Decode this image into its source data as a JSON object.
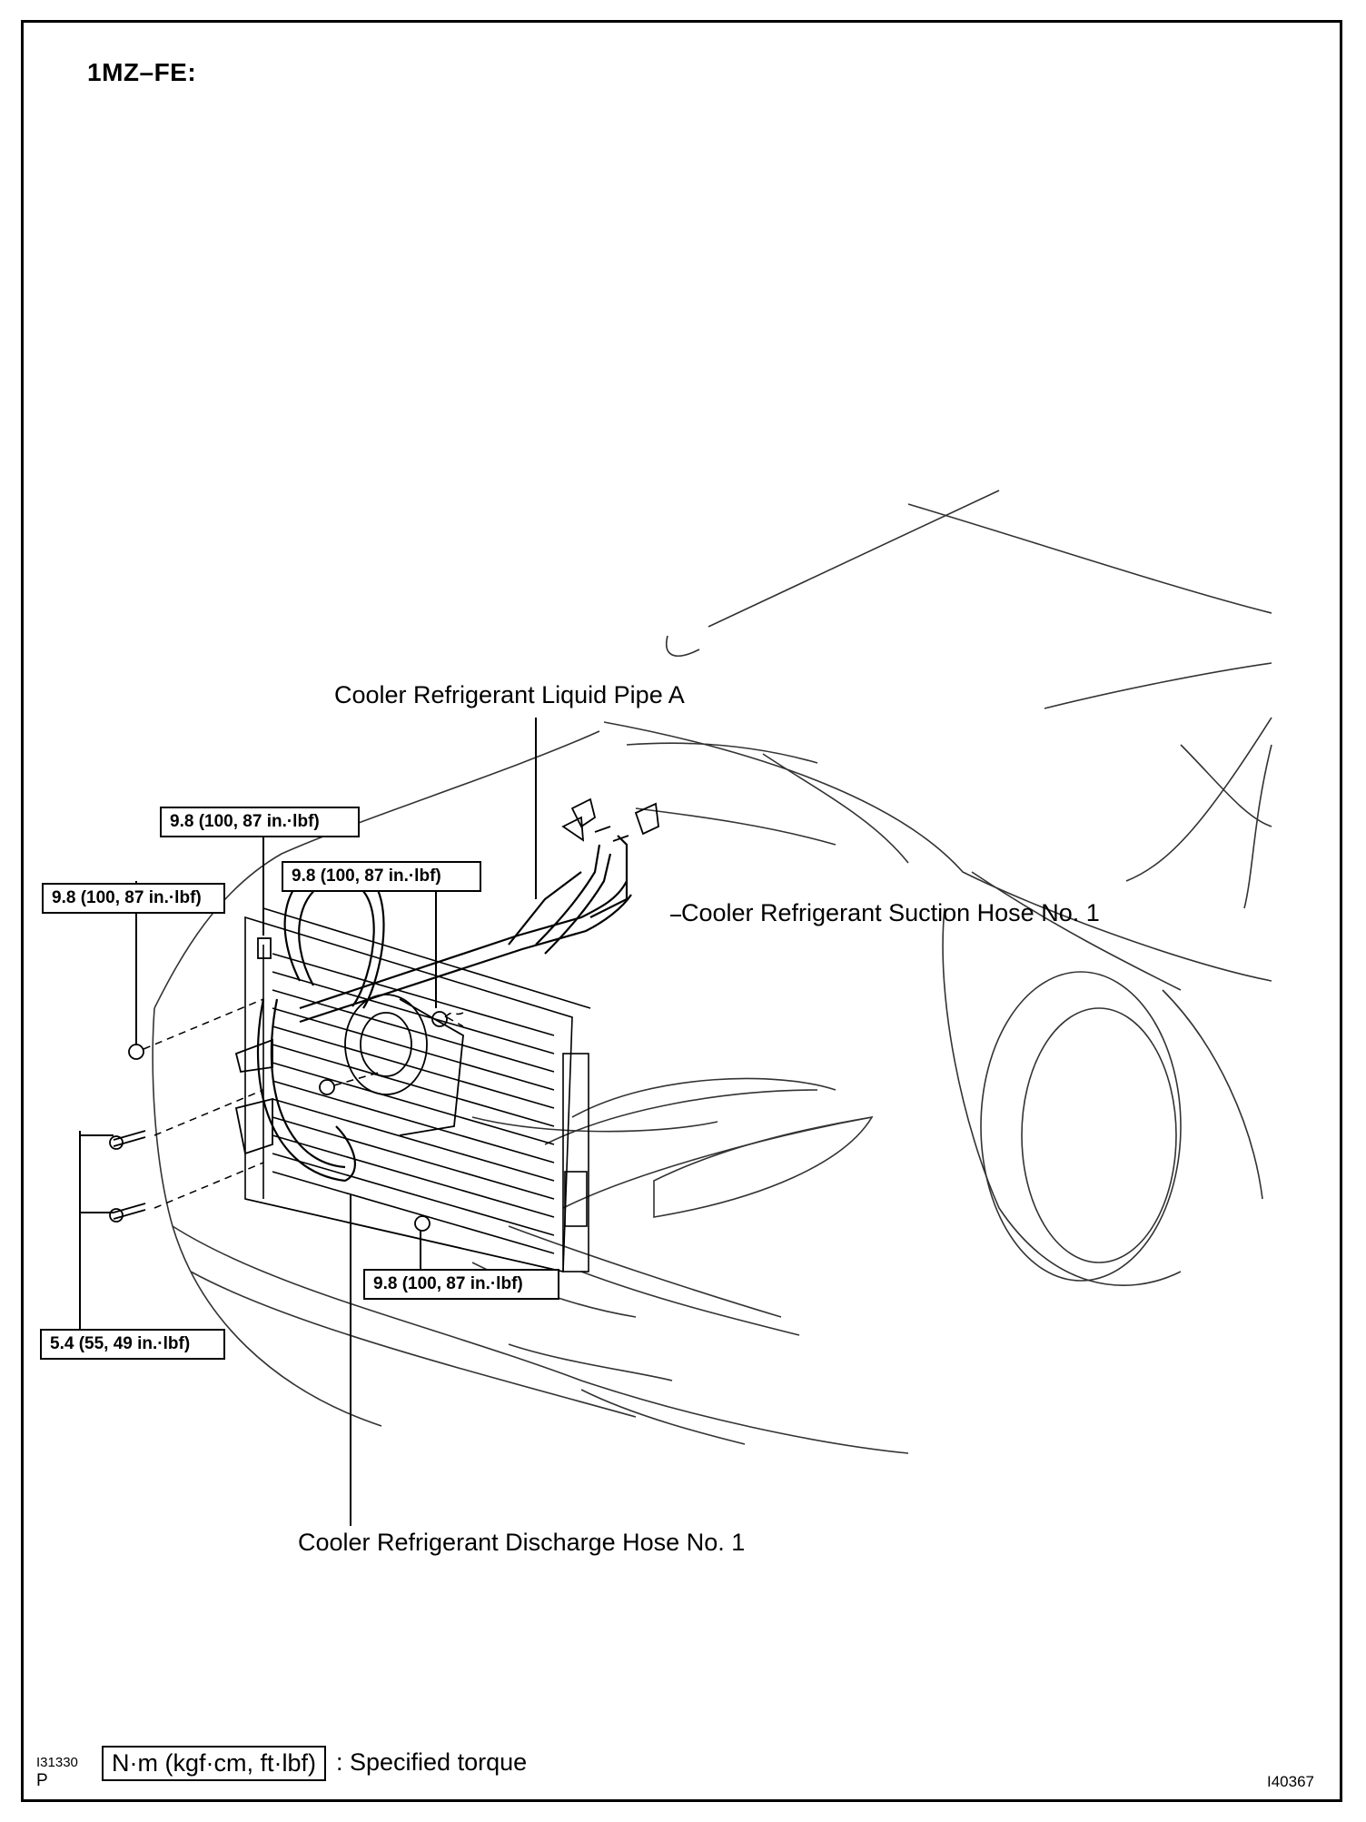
{
  "engine_label": "1MZ–FE:",
  "callouts": {
    "liquid_pipe": "Cooler Refrigerant Liquid Pipe A",
    "suction_hose": "Cooler Refrigerant Suction Hose No. 1",
    "discharge_hose": "Cooler Refrigerant Discharge Hose No. 1"
  },
  "torques": {
    "top_center": "9.8 (100, 87 in.·lbf)",
    "top_right": "9.8 (100, 87 in.·lbf)",
    "left": "9.8 (100, 87 in.·lbf)",
    "bottom_right": "9.8 (100, 87 in.·lbf)",
    "bottom_left": "5.4 (55, 49 in.·lbf)"
  },
  "legend": {
    "unit_box": "N·m (kgf·cm, ft·lbf)",
    "description": ": Specified torque",
    "code_top": "I31330",
    "code_bottom": "P"
  },
  "figure_id": "I40367"
}
